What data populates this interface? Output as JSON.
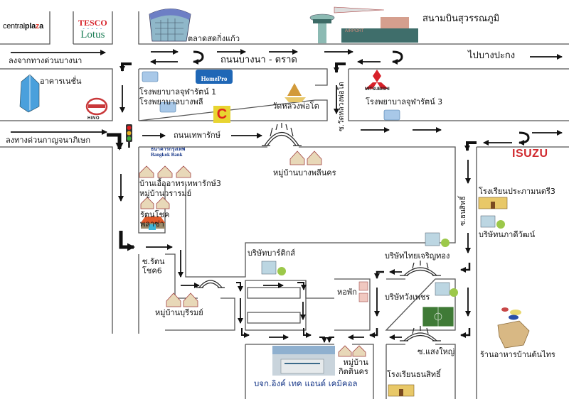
{
  "map": {
    "title": "Location map to บจก.อิงค์ เทค แอนด์ เคมิคอล",
    "logos": {
      "central": {
        "prefix": "central",
        "bold": "pla",
        "suffix": "a",
        "mark": "z"
      },
      "tesco": {
        "top": "TESCO",
        "bottom": "Lotus"
      },
      "homepro": "HomePro",
      "bigc": "C",
      "mitsubishi": "MITSUBISHI",
      "hino": "HINO",
      "isuzu": "ISUZU",
      "bangkok_bank": {
        "thai": "ธนาคารกรุงเทพ",
        "eng": "Bangkok Bank"
      }
    },
    "roads": {
      "bangna_trad": "ถนนบางนา - ตราด",
      "to_bangpakong": "ไปบางปะกง",
      "from_expressway_bangna": "ลงจากทางด่วนบางนา",
      "exit_kanchanaphisek": "ลงทางด่วนกาญจนาภิเษก",
      "theparak": "ถนนเทพารักษ์",
      "soi_wat_luang_pho_to": "ซ.วัดหลวงพ่อโต",
      "soi_thanasit": "ซ.ธนสิทธิ์",
      "soi_ratchok6": "ซ.รัตน\nโชค6",
      "soi_ratchok6_l1": "ซ.รัตน",
      "soi_ratchok6_l2": "โชค6",
      "soi_saengyai": "ซ.แสงใหญ่"
    },
    "places": {
      "talad_kingkaew": "ตลาดสดกิ่งแก้ว",
      "suvarnabhumi": "สนามบินสุวรรณภูมิ",
      "nechan_building": "อาคารเนชั่น",
      "chularat1": "โรงพยาบาลจุฬารัตน์ 1",
      "bangphli_hospital": "โรงพยาบาลบางพลี",
      "wat_luang_pho_to": "วัดหลวงพ่อโต",
      "chularat3": "โรงพยาบาลจุฬารัตน์ 3",
      "baan_uea_arthon": "บ้านเอื้ออาทรเทพารักษ์3",
      "mooban_wararom": "หมู่บ้านวรารมย์",
      "ratchok_plaza_l1": "รัตนโชค",
      "ratchok_plaza_l2": "พลาซ่า",
      "mooban_bangphli_nakhon": "หมู่บ้านบางพลีนคร",
      "prapa_school": "โรงเรียนประภามนตรี3",
      "napadiwat": "บริษัทนภาดีวัฒน์",
      "thai_charoen_thong": "บริษัทไทยเจริญทอง",
      "bartics": "บริษัทบาร์ติกส์",
      "mooban_purirom": "หมู่บ้านบุรีรมย์",
      "dormitory": "หอพัก",
      "wang_phet": "บริษัทวังเพชร",
      "mooban_kittinakorn_l1": "หมู่บ้าน",
      "mooban_kittinakorn_l2": "กิตตินคร",
      "destination": "บจก.อิงค์ เทค แอนด์ เคมิคอล",
      "thanasit_school": "โรงเรียนธนสิทธิ์",
      "ton_phai_restaurant": "ร้านอาหารบ้านต้นไทร"
    },
    "colors": {
      "road_line": "#555555",
      "arrow": "#111111",
      "destination_text": "#1a3a8a",
      "isuzu": "#d0292e",
      "mitsubishi": "#d7212a",
      "homepro": "#1f67b6",
      "bigc_bg": "#e8d431",
      "field": "#3f7a36"
    }
  }
}
